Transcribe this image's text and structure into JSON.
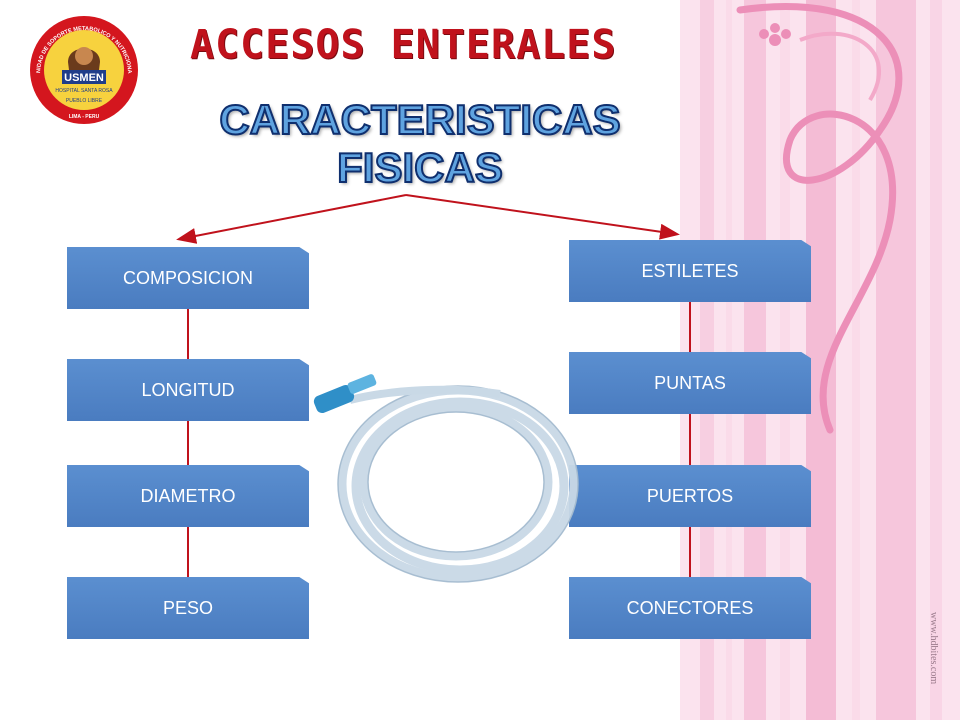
{
  "header": {
    "title": "ACCESOS ENTERALES",
    "subtitle_line1": "CARACTERISTICAS",
    "subtitle_line2": "FISICAS"
  },
  "logo": {
    "ring_top_text": "UNIDAD DE SOPORTE METABOLICO Y NUTRICIONAL",
    "name": "USMEN",
    "hospital": "HOSPITAL SANTA ROSA",
    "district": "PUEBLO LIBRE",
    "city": "LIMA - PERU"
  },
  "left_column": [
    "COMPOSICION",
    "LONGITUD",
    "DIAMETRO",
    "PESO"
  ],
  "right_column": [
    "ESTILETES",
    "PUNTAS",
    "PUERTOS",
    "CONECTORES"
  ],
  "watermark": "www.hdbites.com",
  "colors": {
    "title_red": "#c0121c",
    "box_blue": "#4f81bd",
    "connector_red": "#c0121c",
    "deco_pink": "#f6c6dc"
  }
}
